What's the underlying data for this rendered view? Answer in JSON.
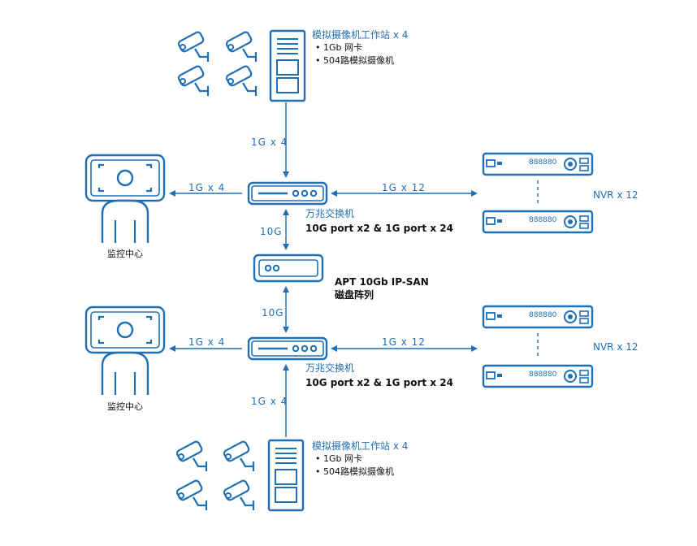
{
  "top_workstation": {
    "title": "模拟摄像机工作站 x 4",
    "bullets": [
      "1Gb 网卡",
      "504路模拟摄像机"
    ],
    "uplink": "1G x 4"
  },
  "switch_top": {
    "name": "万兆交换机",
    "spec": "10G port x2 & 1G port x 24",
    "to_monitor": "1G x 4",
    "to_nvr": "1G x 12",
    "to_storage": "10G"
  },
  "storage": {
    "line1": "APT 10Gb IP-SAN",
    "line2": "磁盘阵列"
  },
  "switch_bottom": {
    "name": "万兆交换机",
    "spec": "10G port x2 & 1G port x 24",
    "to_monitor": "1G x 4",
    "to_nvr": "1G x 12",
    "to_storage": "10G"
  },
  "bottom_workstation": {
    "title": "模拟摄像机工作站 x 4",
    "bullets": [
      "1Gb 网卡",
      "504路模拟摄像机"
    ],
    "uplink": "1G x 4"
  },
  "monitor_top": {
    "label": "监控中心"
  },
  "monitor_bottom": {
    "label": "监控中心"
  },
  "nvr_top": {
    "label": "NVR x 12",
    "device_text": "888880"
  },
  "nvr_bottom": {
    "label": "NVR x 12",
    "device_text": "888880"
  },
  "colors": {
    "line": "#1f6fb5",
    "label": "#1f6fb5",
    "text": "#111111"
  }
}
